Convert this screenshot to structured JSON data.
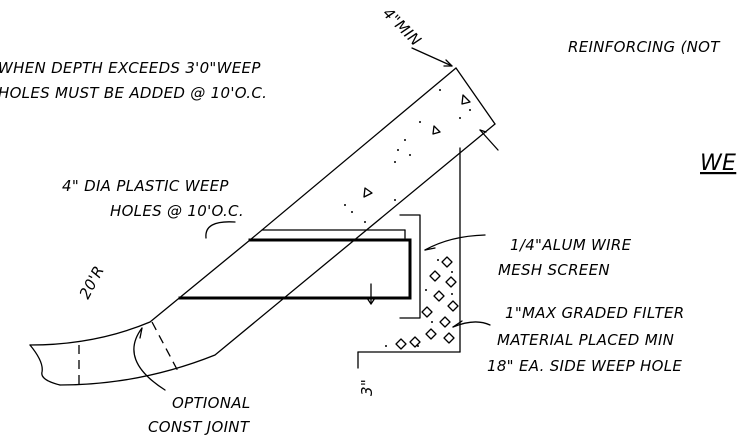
{
  "notes": {
    "weep_depth_line1": "WHEN DEPTH EXCEEDS 3'0\"WEEP",
    "weep_depth_line2": "HOLES MUST BE ADDED @ 10'O.C.",
    "reinforcing": "REINFORCING (NOT",
    "title_fragment": "WE",
    "plastic_weep_line1": "4\" DIA PLASTIC WEEP",
    "plastic_weep_line2": "HOLES @ 10'O.C.",
    "mesh_line1": "1/4\"ALUM WIRE",
    "mesh_line2": "MESH SCREEN",
    "filter_line1": "1\"MAX GRADED FILTER",
    "filter_line2": "MATERIAL PLACED MIN",
    "filter_line3": "18\" EA. SIDE WEEP HOLE",
    "joint_line1": "OPTIONAL",
    "joint_line2": "CONST JOINT"
  },
  "dimensions": {
    "top_thickness": "4\"MIN",
    "radius": "20'R",
    "bottom_thickness": "3\""
  }
}
